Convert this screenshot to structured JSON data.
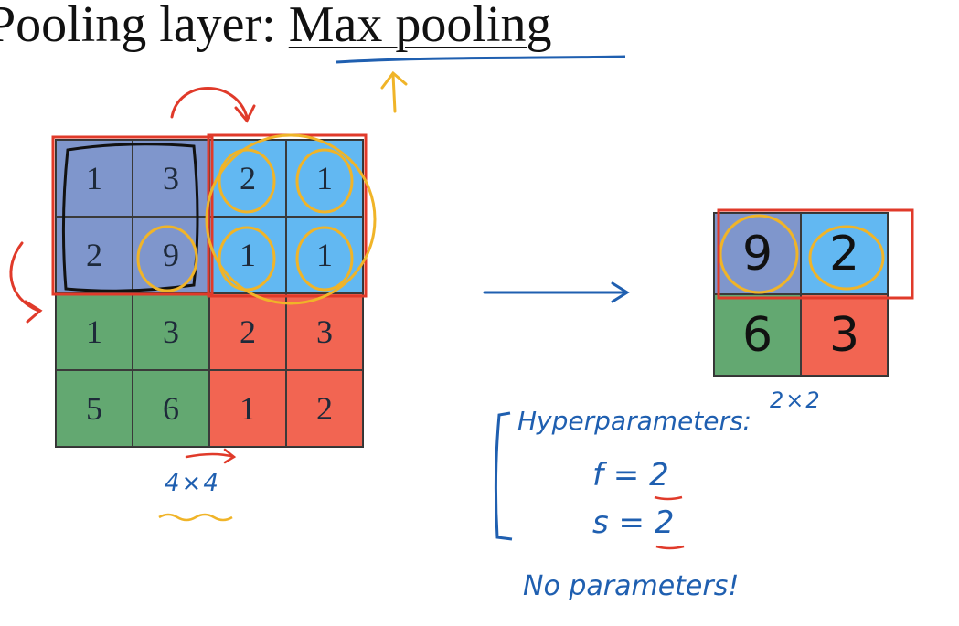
{
  "title": {
    "main": "Pooling layer: ",
    "sub": "Max pooling"
  },
  "colors": {
    "blue": "#7f96cc",
    "cyan": "#62b8f2",
    "green": "#63a871",
    "red": "#f26552",
    "ink_blue": "#1f5fb0",
    "ink_red": "#e03a2a",
    "ink_yellow": "#f0b428"
  },
  "input": {
    "label": "4×4",
    "cells": [
      {
        "value": "1",
        "color": "#7f96cc"
      },
      {
        "value": "3",
        "color": "#7f96cc"
      },
      {
        "value": "2",
        "color": "#62b8f2"
      },
      {
        "value": "1",
        "color": "#62b8f2"
      },
      {
        "value": "2",
        "color": "#7f96cc"
      },
      {
        "value": "9",
        "color": "#7f96cc"
      },
      {
        "value": "1",
        "color": "#62b8f2"
      },
      {
        "value": "1",
        "color": "#62b8f2"
      },
      {
        "value": "1",
        "color": "#63a871"
      },
      {
        "value": "3",
        "color": "#63a871"
      },
      {
        "value": "2",
        "color": "#f26552"
      },
      {
        "value": "3",
        "color": "#f26552"
      },
      {
        "value": "5",
        "color": "#63a871"
      },
      {
        "value": "6",
        "color": "#63a871"
      },
      {
        "value": "1",
        "color": "#f26552"
      },
      {
        "value": "2",
        "color": "#f26552"
      }
    ]
  },
  "output": {
    "label": "2×2",
    "cells": [
      {
        "value": "9",
        "color": "#7f96cc"
      },
      {
        "value": "2",
        "color": "#62b8f2"
      },
      {
        "value": "6",
        "color": "#63a871"
      },
      {
        "value": "3",
        "color": "#f26552"
      }
    ]
  },
  "hyperparams": {
    "title": "Hyperparameters:",
    "f_label": "f = ",
    "f_value": "2",
    "s_label": "s = ",
    "s_value": "2"
  },
  "no_params": "No parameters!"
}
